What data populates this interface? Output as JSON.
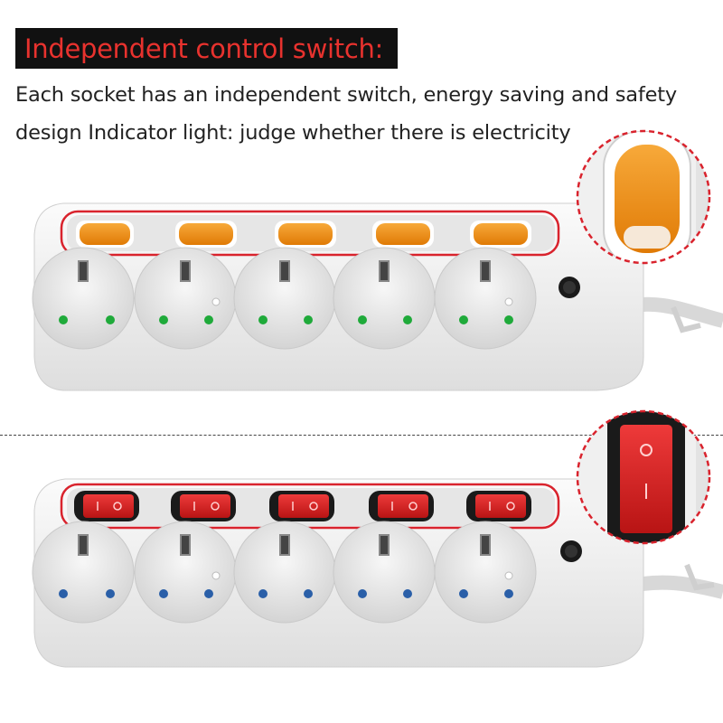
{
  "header": {
    "title": "Independent control switch:",
    "description_line1": "Each socket has an independent switch, energy saving and safety",
    "description_line2": "design Indicator light: judge whether there is electricity"
  },
  "colors": {
    "title_text": "#e8322e",
    "title_background": "#111111",
    "orange_switch": "#f08a12",
    "red_switch": "#d91e1e",
    "highlight_outline": "#d9232d",
    "green_indicator": "#1faa3a",
    "blue_indicator": "#2a5fa8",
    "strip_body": "#eeeeee"
  },
  "strips": [
    {
      "name": "orange-switch-strip",
      "switch_color": "orange",
      "indicator_color": "green",
      "socket_count": 5
    },
    {
      "name": "red-switch-strip",
      "switch_color": "red",
      "indicator_color": "blue",
      "socket_count": 5
    }
  ]
}
